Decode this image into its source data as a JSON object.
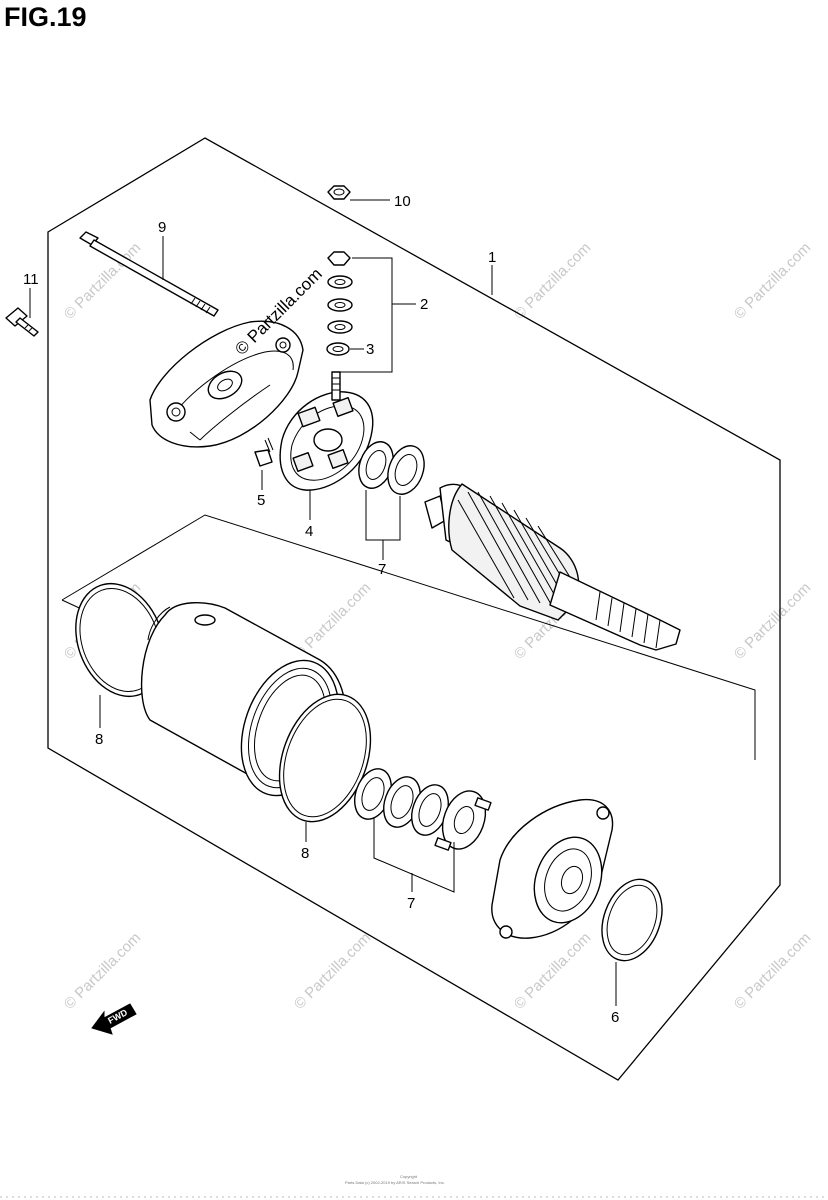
{
  "figure": {
    "title": "FIG.19",
    "fwd_label": "FWD",
    "copyright_line1": "Copyright",
    "copyright_line2": "Parts Data (c) 2002-2019 by AR/S Search Products, Inc."
  },
  "watermark": {
    "text": "© Partzilla.com",
    "prominent_text": "© Partzilla.com"
  },
  "callouts": {
    "c1": "1",
    "c2": "2",
    "c3": "3",
    "c4": "4",
    "c5": "5",
    "c6": "6",
    "c7a": "7",
    "c7b": "7",
    "c8a": "8",
    "c8b": "8",
    "c9": "9",
    "c10": "10",
    "c11": "11"
  }
}
